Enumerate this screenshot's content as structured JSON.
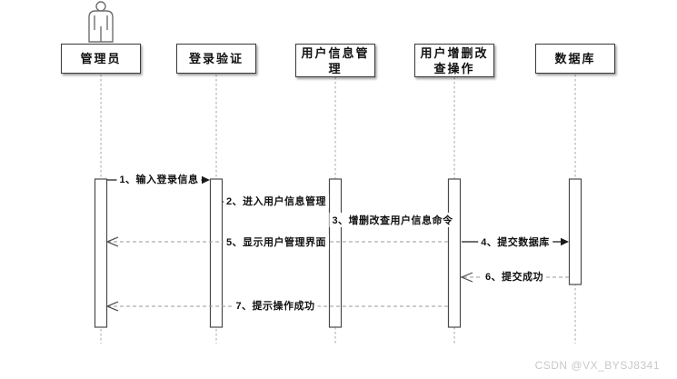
{
  "diagram": {
    "type": "uml-sequence-diagram",
    "participants": [
      {
        "name": "管理员",
        "kind": "actor"
      },
      {
        "name": "登录验证",
        "kind": "object"
      },
      {
        "name": "用户信息管理",
        "kind": "object"
      },
      {
        "name": "用户增删改查操作",
        "kind": "object"
      },
      {
        "name": "数据库",
        "kind": "object"
      }
    ],
    "messages": [
      {
        "label": "1、输入登录信息",
        "from": "管理员",
        "to": "登录验证",
        "line": "solid",
        "arrow": "filled"
      },
      {
        "label": "2、进入用户信息管理",
        "from": "登录验证",
        "to": "用户信息管理",
        "line": "solid",
        "arrow": "filled"
      },
      {
        "label": "3、增删改查用户信息命令",
        "from": "用户信息管理",
        "to": "用户增删改查操作",
        "line": "solid",
        "arrow": "filled"
      },
      {
        "label": "4、提交数据库",
        "from": "用户增删改查操作",
        "to": "数据库",
        "line": "solid",
        "arrow": "filled"
      },
      {
        "label": "5、显示用户管理界面",
        "from": "用户增删改查操作",
        "to": "管理员",
        "line": "dashed",
        "arrow": "open"
      },
      {
        "label": "6、提交成功",
        "from": "数据库",
        "to": "用户增删改查操作",
        "line": "dashed",
        "arrow": "open"
      },
      {
        "label": "7、提示操作成功",
        "from": "用户增删改查操作",
        "to": "管理员",
        "line": "dashed",
        "arrow": "open"
      }
    ],
    "watermark": "CSDN @VX_BYSJ8341",
    "colors": {
      "background": "#ffffff",
      "box_border": "#3a3a3a",
      "lifeline": "#b9b9b9",
      "solid_message": "#1a1a1a",
      "dashed_message": "#9a9a9a",
      "text": "#111111",
      "watermark": "#c8c8cc"
    }
  }
}
